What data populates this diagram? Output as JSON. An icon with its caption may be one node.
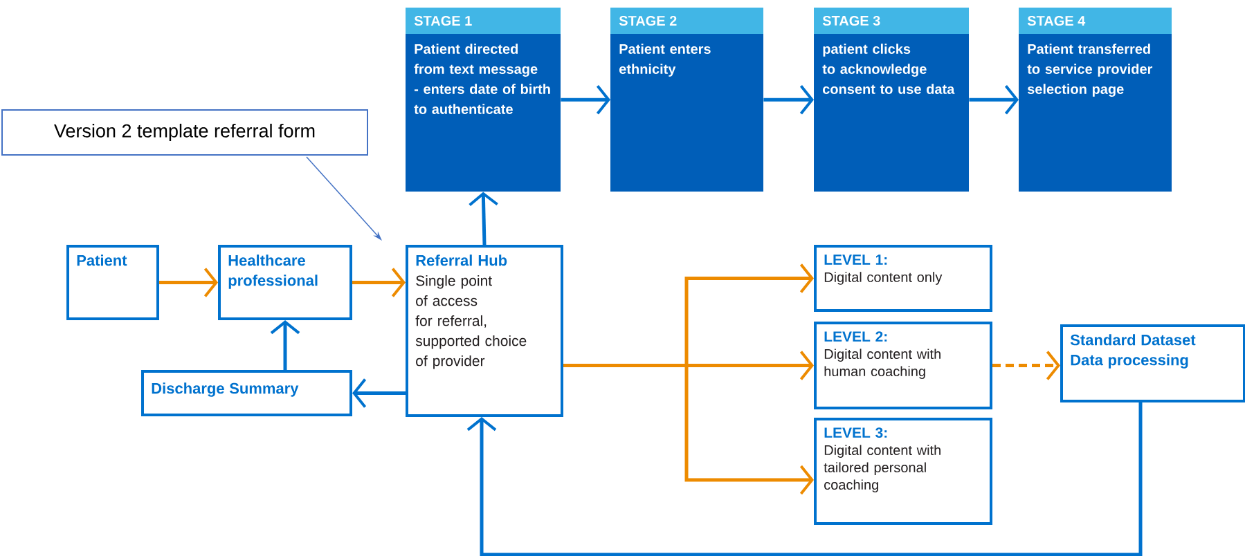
{
  "diagram": {
    "nodes": [
      {
        "text": [
          "STAGE 1",
          "Patient directed from text message - enters date of birth to authenticate"
        ]
      },
      {
        "text": [
          "STAGE 2",
          "Patient enters ethnicity"
        ]
      },
      {
        "text": [
          "STAGE 3",
          "patient clicks to acknowledge consent to use data"
        ]
      },
      {
        "text": [
          "STAGE 4",
          "Patient transferred to service provider selection page"
        ]
      },
      {
        "text": [
          "Version 2 template referral form"
        ]
      },
      {
        "text": [
          "Patient"
        ]
      },
      {
        "text": [
          "Healthcare professional"
        ]
      },
      {
        "text": [
          "Discharge Summary"
        ]
      },
      {
        "text": [
          "Referral Hub",
          "Single point of access for referral, supported choice of provider"
        ]
      },
      {
        "text": [
          "LEVEL 1:",
          "Digital content only"
        ]
      },
      {
        "text": [
          "LEVEL 2:",
          "Digital content with human coaching"
        ]
      },
      {
        "text": [
          "LEVEL 3:",
          "Digital content with tailored personal coaching"
        ]
      },
      {
        "text": [
          "Standard Dataset Data processing"
        ]
      }
    ],
    "edges": [
      {
        "from": 0,
        "to": 1,
        "arrow": "to"
      },
      {
        "from": 1,
        "to": 2,
        "arrow": "to"
      },
      {
        "from": 2,
        "to": 3,
        "arrow": "to"
      },
      {
        "from": 4,
        "to": null,
        "arrow": "to",
        "color": "#4472c4"
      },
      {
        "from": 5,
        "to": 6,
        "arrow": "to",
        "color": "#ed8b00"
      },
      {
        "from": 6,
        "to": 8,
        "arrow": "to",
        "color": "#ed8b00"
      },
      {
        "from": 7,
        "to": 6,
        "arrow": "to"
      },
      {
        "from": 8,
        "to": 7,
        "arrow": "to"
      },
      {
        "from": 8,
        "to": 0,
        "arrow": "to"
      },
      {
        "from": 8,
        "to": 9,
        "arrow": "to",
        "color": "#ed8b00"
      },
      {
        "from": 8,
        "to": 10,
        "arrow": "to",
        "color": "#ed8b00"
      },
      {
        "from": 8,
        "to": 11,
        "arrow": "to",
        "color": "#ed8b00"
      },
      {
        "from": 10,
        "to": 12,
        "arrow": "to",
        "style": "dashed",
        "color": "#ed8b00"
      },
      {
        "from": 12,
        "to": 8,
        "arrow": "to"
      }
    ]
  }
}
